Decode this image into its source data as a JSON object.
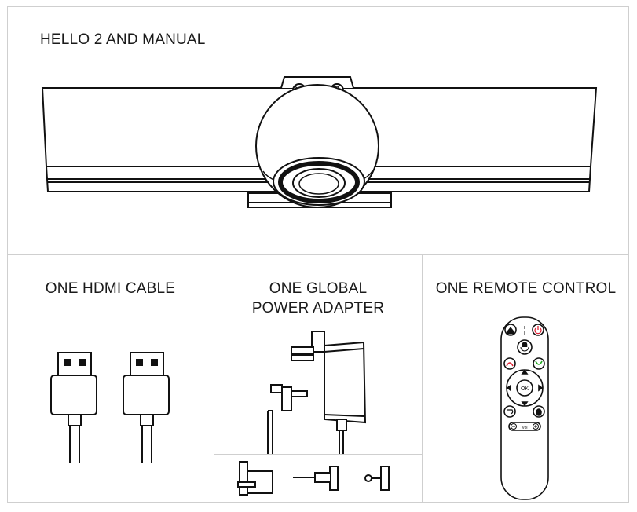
{
  "sections": {
    "main": {
      "title": "HELLO 2 AND MANUAL"
    },
    "hdmi": {
      "title": "ONE HDMI CABLE"
    },
    "adapter": {
      "title_line1": "ONE GLOBAL",
      "title_line2": "POWER ADAPTER"
    },
    "remote": {
      "title": "ONE REMOTE CONTROL",
      "ok_label": "OK",
      "vol_label": "Vol"
    }
  },
  "icons": [
    "camera-mute-icon",
    "mic-mute-icon",
    "home-icon",
    "power-icon",
    "mic-icon",
    "call-end-icon",
    "call-answer-icon",
    "back-icon",
    "hand-icon",
    "minus-icon",
    "plus-icon",
    "arrow-icons"
  ]
}
